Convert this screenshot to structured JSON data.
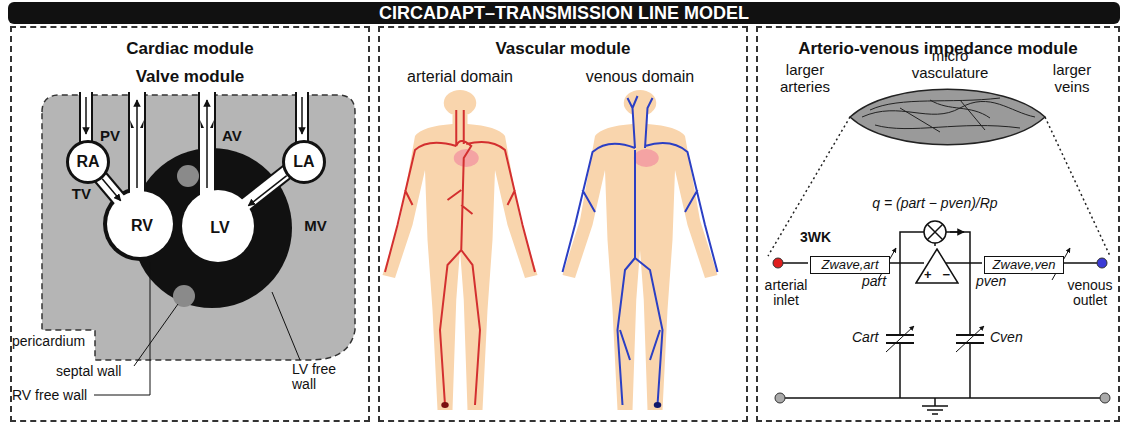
{
  "diagram": {
    "title": "CIRCADAPT–TRANSMISSION LINE MODEL",
    "nodes": [
      {
        "text": [
          "Cardiac module",
          "Valve module"
        ]
      },
      {
        "text": [
          "RA"
        ],
        "in": 0
      },
      {
        "text": [
          "LA"
        ],
        "in": 0
      },
      {
        "text": [
          "RV"
        ],
        "in": 0
      },
      {
        "text": [
          "LV"
        ],
        "in": 0
      },
      {
        "text": [
          "Vascular module"
        ]
      },
      {
        "text": [
          "Arterio-venous impedance module"
        ]
      },
      {
        "text": [
          "Zwave,art"
        ],
        "in": 6
      },
      {
        "text": [
          "Zwave,ven"
        ],
        "in": 6
      },
      {
        "text": [
          "+",
          "−"
        ],
        "in": 6
      }
    ],
    "edges": [
      {
        "from": 1,
        "to": 3,
        "arrow": "to",
        "label": "TV"
      },
      {
        "from": 2,
        "to": 4,
        "arrow": "to",
        "label": "MV"
      }
    ],
    "labels": [
      "arterial domain",
      "venous domain",
      "larger arteries",
      "micro vasculature",
      "larger veins",
      "q = (part − pven)/Rp",
      "3WK",
      "part",
      "pven",
      "Cart",
      "Cven",
      "arterial inlet",
      "venous outlet",
      "PV",
      "AV",
      "pericardium",
      "septal wall",
      "RV free wall",
      "LV free wall"
    ]
  }
}
